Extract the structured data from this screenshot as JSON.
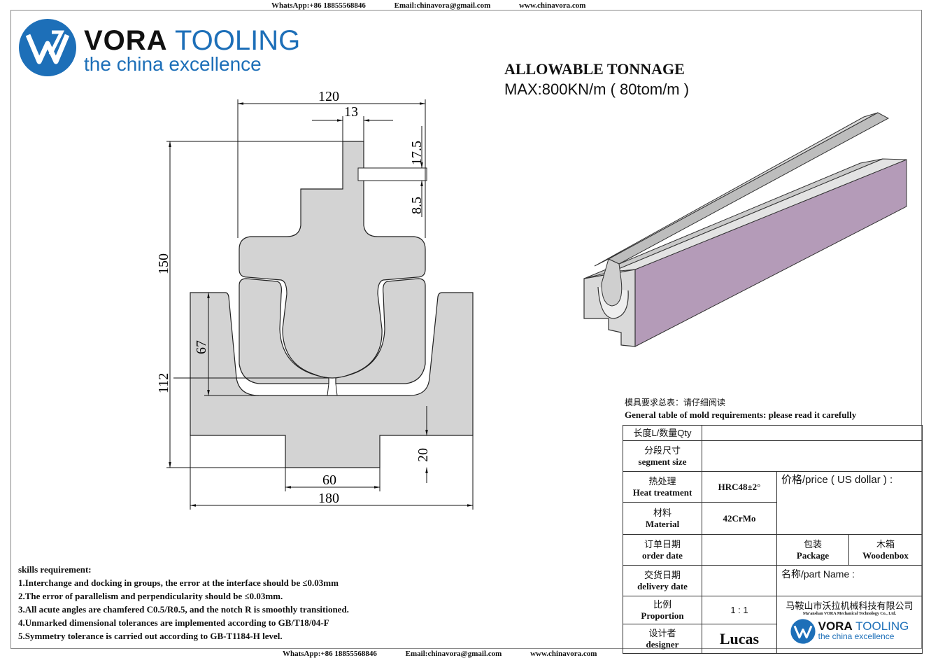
{
  "contact": {
    "whatsapp": "WhatsApp:+86 18855568846",
    "email": "Email:chinavora@gmail.com",
    "website": "www.chinavora.com"
  },
  "brand": {
    "name_bold": "VORA",
    "name_light": "TOOLING",
    "tagline": "the china excellence"
  },
  "tonnage": {
    "title": "ALLOWABLE TONNAGE",
    "value": "MAX:800KN/m ( 80tom/m )"
  },
  "drawing": {
    "dims": {
      "w120": "120",
      "w13": "13",
      "h17_5": "17.5",
      "h8_5": "8.5",
      "h150": "150",
      "h67": "67",
      "h112": "112",
      "h20": "20",
      "w60": "60",
      "w180": "180"
    }
  },
  "requirements": {
    "title_zh": "模具要求总表：请仔细阅读",
    "title_en": "General table of mold requirements: please read it carefully"
  },
  "spec": {
    "qty_label": "长度L/数量Qty",
    "segment_zh": "分段尺寸",
    "segment_en": "segment size",
    "heat_zh": "热处理",
    "heat_en": "Heat treatment",
    "heat_value": "HRC48±2°",
    "price_label": "价格/price ( US dollar ) :",
    "material_zh": "材料",
    "material_en": "Material",
    "material_value": "42CrMo",
    "package_zh": "包装",
    "package_en": "Package",
    "box_zh": "木箱",
    "box_en": "Woodenbox",
    "order_zh": "订单日期",
    "order_en": "order date",
    "partname_label": "名称/part Name :",
    "delivery_zh": "交货日期",
    "delivery_en": "delivery date",
    "proportion_zh": "比例",
    "proportion_en": "Proportion",
    "proportion_value": "1 : 1",
    "company_zh": "马鞍山市沃拉机械科技有限公司",
    "company_en": "Ma'anshan VORA Mechanical Technology Co., Ltd.",
    "designer_zh": "设计者",
    "designer_en": "designer",
    "designer_value": "Lucas"
  },
  "skills": {
    "title": "skills requirement:",
    "items": [
      "1.Interchange and docking in groups, the error at the interface should be ≤0.03mm",
      "2.The error of parallelism and perpendicularity should be ≤0.03mm.",
      "3.All acute angles are chamfered C0.5/R0.5, and the notch R is smoothly transitioned.",
      "4.Unmarked dimensional tolerances are implemented according to GB/T18/04-F",
      "5.Symmetry tolerance is carried out according to GB-T1184-H level."
    ]
  },
  "colors": {
    "brand_blue": "#1d6fb8",
    "part_gray": "#d3d3d3",
    "purple": "#b49bb8"
  }
}
